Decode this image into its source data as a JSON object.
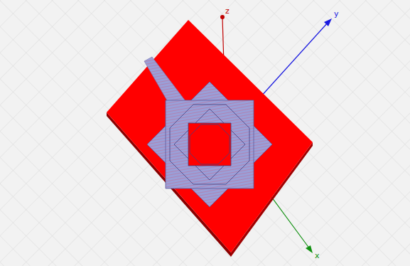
{
  "diagram": {
    "labels": [
      "z",
      "y",
      "x"
    ]
  }
}
